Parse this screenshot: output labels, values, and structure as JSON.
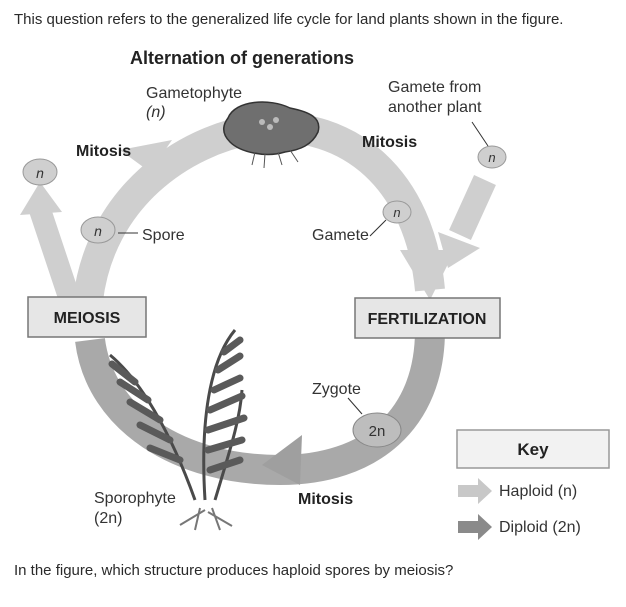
{
  "question": {
    "intro": "This question refers to the generalized life cycle for land plants shown in the figure.",
    "prompt": "In the figure, which structure produces haploid spores by meiosis?"
  },
  "diagram": {
    "title": "Alternation of generations",
    "gametophyte": {
      "name": "Gametophyte",
      "ploidy": "(n)"
    },
    "gamete_from": {
      "line1": "Gamete from",
      "line2": "another plant"
    },
    "mitosis_left": "Mitosis",
    "mitosis_right": "Mitosis",
    "mitosis_bottom": "Mitosis",
    "spore": "Spore",
    "gamete": "Gamete",
    "meiosis": "MEIOSIS",
    "fertilization": "FERTILIZATION",
    "zygote": "Zygote",
    "sporophyte": {
      "name": "Sporophyte",
      "ploidy": "(2n)"
    },
    "cell_n": "n",
    "cell_2n": "2n",
    "key": {
      "title": "Key",
      "haploid": "Haploid (n)",
      "diploid": "Diploid (2n)",
      "haploid_color": "#c8c8c8",
      "diploid_color": "#8a8a8a"
    }
  }
}
